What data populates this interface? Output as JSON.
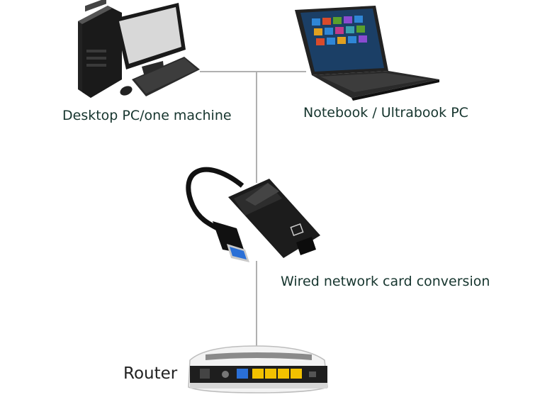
{
  "nodes": {
    "desktop": {
      "label": "Desktop PC/one machine"
    },
    "notebook": {
      "label": "Notebook / Ultrabook PC"
    },
    "adapter": {
      "label": "Wired network card conversion"
    },
    "router": {
      "label": "Router"
    }
  },
  "colors": {
    "connector_line": "#b0b0b0",
    "label_text": "#16352e",
    "device_body": "#1a1a1a",
    "router_port_yellow": "#f2c100",
    "router_port_blue": "#2a6fd6"
  },
  "icons": [
    "desktop-pc-icon",
    "laptop-icon",
    "usb-ethernet-adapter-icon",
    "router-icon"
  ]
}
